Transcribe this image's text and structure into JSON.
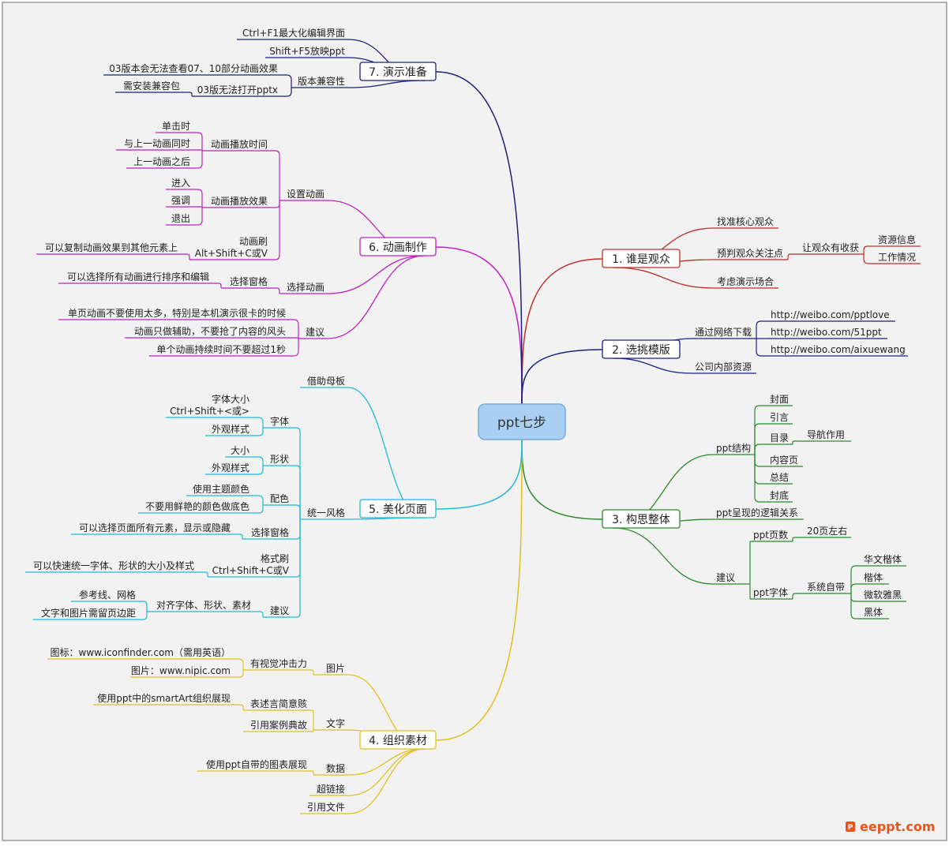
{
  "center": "ppt七步",
  "logo": {
    "text": "eeppt.com",
    "icon": "ppt-logo-icon"
  },
  "colors": {
    "b1": "#c0302a",
    "b2": "#1c2080",
    "b3": "#2a8a2a",
    "b4": "#e0c020",
    "b5": "#20b8d8",
    "b6": "#c020c0",
    "b7": "#20207a",
    "center_fill": "#a9d0f2",
    "center_stroke": "#7aa8d8",
    "background": "#f2f2f2"
  },
  "branches": [
    {
      "label": "1. 谁是观众",
      "children": [
        {
          "label": "找准核心观众"
        },
        {
          "label": "预判观众关注点",
          "children": [
            {
              "label": "让观众有收获",
              "children": [
                {
                  "label": "资源信息"
                },
                {
                  "label": "工作情况"
                }
              ]
            }
          ]
        },
        {
          "label": "考虑演示场合"
        }
      ]
    },
    {
      "label": "2. 选挑模版",
      "children": [
        {
          "label": "通过网络下载",
          "children": [
            {
              "label": "http://weibo.com/pptlove"
            },
            {
              "label": "http://weibo.com/51ppt"
            },
            {
              "label": "http://weibo.com/aixuewang"
            }
          ]
        },
        {
          "label": "公司内部资源"
        }
      ]
    },
    {
      "label": "3. 构思整体",
      "children": [
        {
          "label": "ppt结构",
          "children": [
            {
              "label": "封面"
            },
            {
              "label": "引言"
            },
            {
              "label": "目录",
              "children": [
                {
                  "label": "导航作用"
                }
              ]
            },
            {
              "label": "内容页"
            },
            {
              "label": "总结"
            },
            {
              "label": "封底"
            }
          ]
        },
        {
          "label": "ppt呈现的逻辑关系"
        },
        {
          "label": "建议",
          "children": [
            {
              "label": "ppt页数",
              "children": [
                {
                  "label": "20页左右"
                }
              ]
            },
            {
              "label": "ppt字体",
              "children": [
                {
                  "label": "系统自带",
                  "children": [
                    {
                      "label": "华文楷体"
                    },
                    {
                      "label": "楷体"
                    },
                    {
                      "label": "微软雅黑"
                    },
                    {
                      "label": "黑体"
                    }
                  ]
                }
              ]
            }
          ]
        }
      ]
    },
    {
      "label": "4. 组织素材",
      "children": [
        {
          "label": "图片",
          "children": [
            {
              "label": "有视觉冲击力",
              "children": [
                {
                  "label": "图标：www.iconfinder.com（需用英语）"
                },
                {
                  "label": "图片：www.nipic.com"
                }
              ]
            }
          ]
        },
        {
          "label": "文字",
          "children": [
            {
              "label": "表述言简意赅",
              "children": [
                {
                  "label": "使用ppt中的smartArt组织展现"
                }
              ]
            },
            {
              "label": "引用案例典故"
            }
          ]
        },
        {
          "label": "数据",
          "children": [
            {
              "label": "使用ppt自带的图表展现"
            }
          ]
        },
        {
          "label": "超链接"
        },
        {
          "label": "引用文件"
        }
      ]
    },
    {
      "label": "5. 美化页面",
      "children": [
        {
          "label": "借助母板"
        },
        {
          "label": "统一风格",
          "children": [
            {
              "label": "字体",
              "children": [
                {
                  "label": "字体大小\nCtrl+Shift+<或>"
                },
                {
                  "label": "外观样式"
                }
              ]
            },
            {
              "label": "形状",
              "children": [
                {
                  "label": "大小"
                },
                {
                  "label": "外观样式"
                }
              ]
            },
            {
              "label": "配色",
              "children": [
                {
                  "label": "使用主题颜色"
                },
                {
                  "label": "不要用鲜艳的颜色做底色"
                }
              ]
            },
            {
              "label": "选择窗格",
              "children": [
                {
                  "label": "可以选择页面所有元素，显示或隐藏"
                }
              ]
            },
            {
              "label": "格式刷\nCtrl+Shift+C或V",
              "children": [
                {
                  "label": "可以快速统一字体、形状的大小及样式"
                }
              ]
            },
            {
              "label": "建议",
              "children": [
                {
                  "label": "对齐字体、形状、素材",
                  "children": [
                    {
                      "label": "参考线、网格"
                    },
                    {
                      "label": "文字和图片需留页边距"
                    }
                  ]
                }
              ]
            }
          ]
        }
      ]
    },
    {
      "label": "6. 动画制作",
      "children": [
        {
          "label": "设置动画",
          "children": [
            {
              "label": "动画播放时间",
              "children": [
                {
                  "label": "单击时"
                },
                {
                  "label": "与上一动画同时"
                },
                {
                  "label": "上一动画之后"
                }
              ]
            },
            {
              "label": "动画播放效果",
              "children": [
                {
                  "label": "进入"
                },
                {
                  "label": "强调"
                },
                {
                  "label": "退出"
                }
              ]
            },
            {
              "label": "动画刷\nAlt+Shift+C或V",
              "children": [
                {
                  "label": "可以复制动画效果到其他元素上"
                }
              ]
            }
          ]
        },
        {
          "label": "选择动画",
          "children": [
            {
              "label": "选择窗格",
              "children": [
                {
                  "label": "可以选择所有动画进行排序和编辑"
                }
              ]
            }
          ]
        },
        {
          "label": "建议",
          "children": [
            {
              "label": "单页动画不要使用太多，特别是本机演示很卡的时候"
            },
            {
              "label": "动画只做辅助，不要抢了内容的风头"
            },
            {
              "label": "单个动画持续时间不要超过1秒"
            }
          ]
        }
      ]
    },
    {
      "label": "7. 演示准备",
      "children": [
        {
          "label": "Ctrl+F1最大化编辑界面"
        },
        {
          "label": "Shift+F5放映ppt"
        },
        {
          "label": "版本兼容性",
          "children": [
            {
              "label": "03版本会无法查看07、10部分动画效果"
            },
            {
              "label": "03版无法打开pptx",
              "children": [
                {
                  "label": "需安装兼容包"
                }
              ]
            }
          ]
        }
      ]
    }
  ]
}
